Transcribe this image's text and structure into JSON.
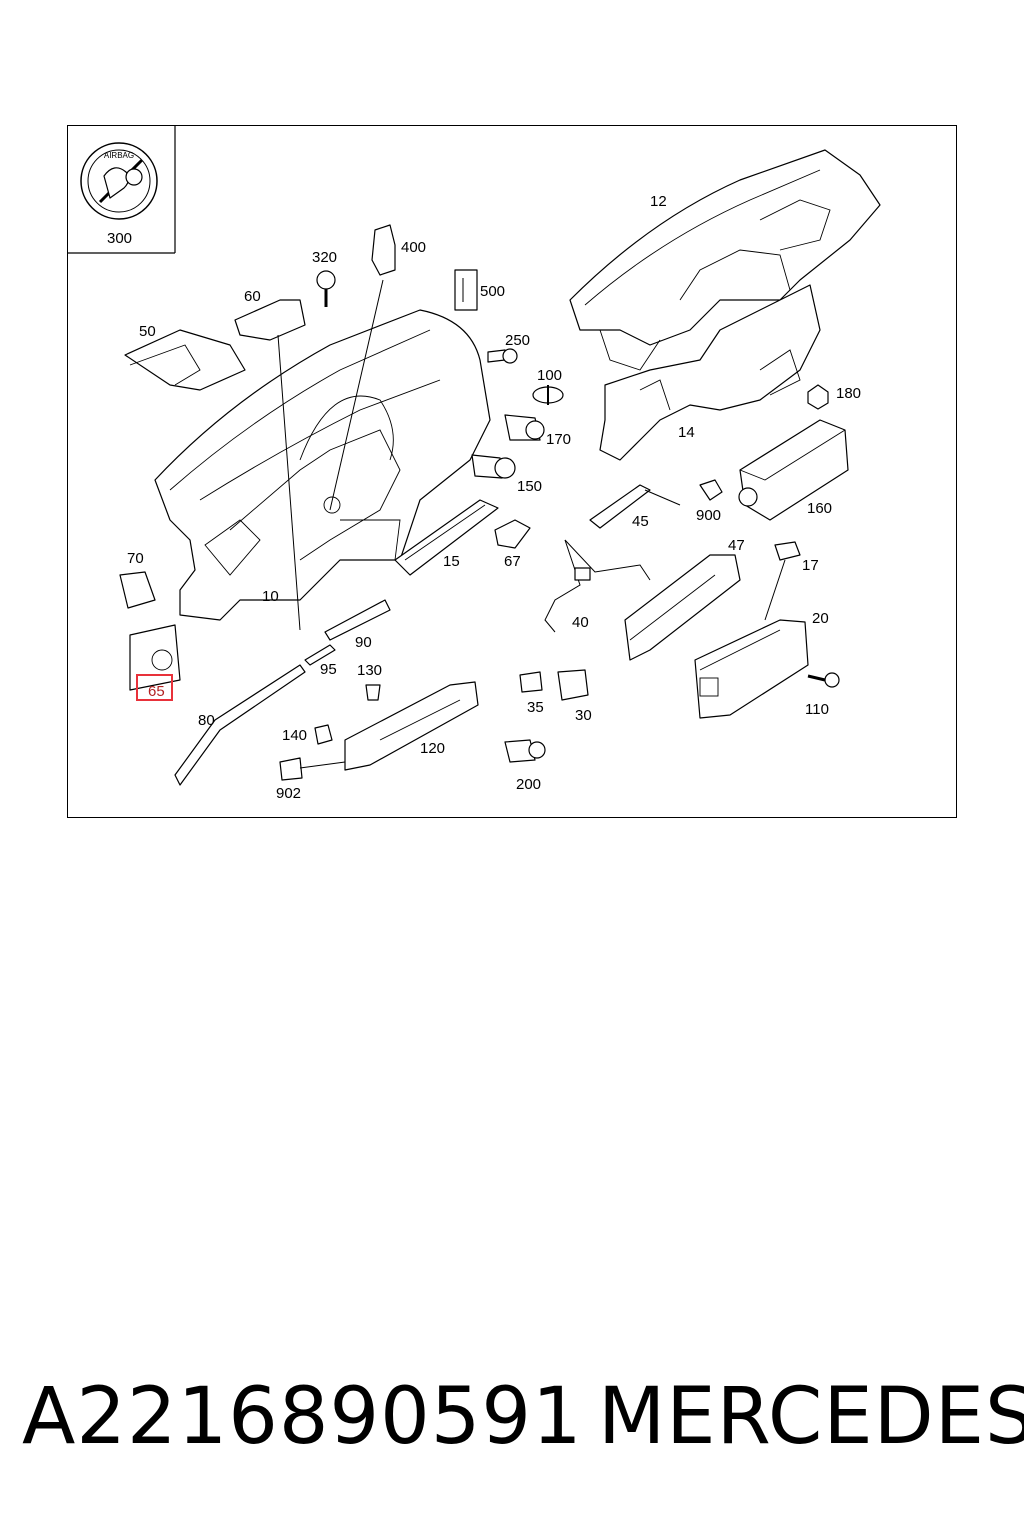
{
  "diagram": {
    "icon_box_label": "300",
    "airbag_text": "AIRBAG",
    "highlight_color": "#e8313a",
    "labels": {
      "p10": "10",
      "p12": "12",
      "p14": "14",
      "p15": "15",
      "p17": "17",
      "p20": "20",
      "p30": "30",
      "p35": "35",
      "p40": "40",
      "p45": "45",
      "p47": "47",
      "p50": "50",
      "p60": "60",
      "p65": "65",
      "p67": "67",
      "p70": "70",
      "p80": "80",
      "p90": "90",
      "p95": "95",
      "p100": "100",
      "p110": "110",
      "p120": "120",
      "p130": "130",
      "p140": "140",
      "p150": "150",
      "p160": "160",
      "p170": "170",
      "p180": "180",
      "p200": "200",
      "p250": "250",
      "p320": "320",
      "p400": "400",
      "p500": "500",
      "p900": "900",
      "p902": "902"
    }
  },
  "footer": {
    "part_number": "A2216890591",
    "brand": "MERCEDES"
  }
}
